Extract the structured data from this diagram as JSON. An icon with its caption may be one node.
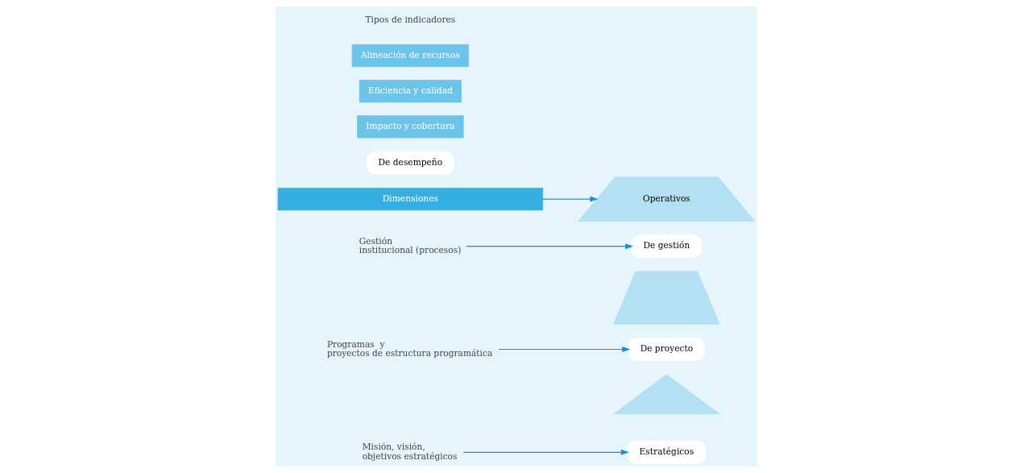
{
  "diagram": {
    "nodes": [
      {
        "text": [
          "Misión, visión, objetivos estratégicos"
        ]
      },
      {
        "text": [],
        "shape": "triangle"
      },
      {
        "text": [
          "Estratégicos"
        ]
      },
      {
        "text": [
          "Programas  y proyectos de estructura programática"
        ]
      },
      {
        "text": [],
        "shape": "trapezoid"
      },
      {
        "text": [
          "De proyecto"
        ]
      },
      {
        "text": [
          "Gestión institucional (procesos)"
        ]
      },
      {
        "text": [
          "Operativos"
        ]
      },
      {
        "text": [
          "De gestión"
        ]
      },
      {
        "text": [
          "De desempeño"
        ]
      },
      {
        "text": [
          "Dimensiones"
        ]
      },
      {
        "text": [
          "Impacto y cobertura"
        ]
      },
      {
        "text": [
          "Eficiencia y calidad"
        ]
      },
      {
        "text": [
          "Alineación de recursos"
        ]
      }
    ],
    "edges": [
      {
        "from": 0,
        "to": 2,
        "arrow": "to"
      },
      {
        "from": 3,
        "to": 5,
        "arrow": "to"
      },
      {
        "from": 6,
        "to": 8,
        "arrow": "to"
      },
      {
        "from": 10,
        "to": 7,
        "arrow": "to"
      }
    ],
    "labels": [
      "Tipos de indicadores"
    ]
  }
}
